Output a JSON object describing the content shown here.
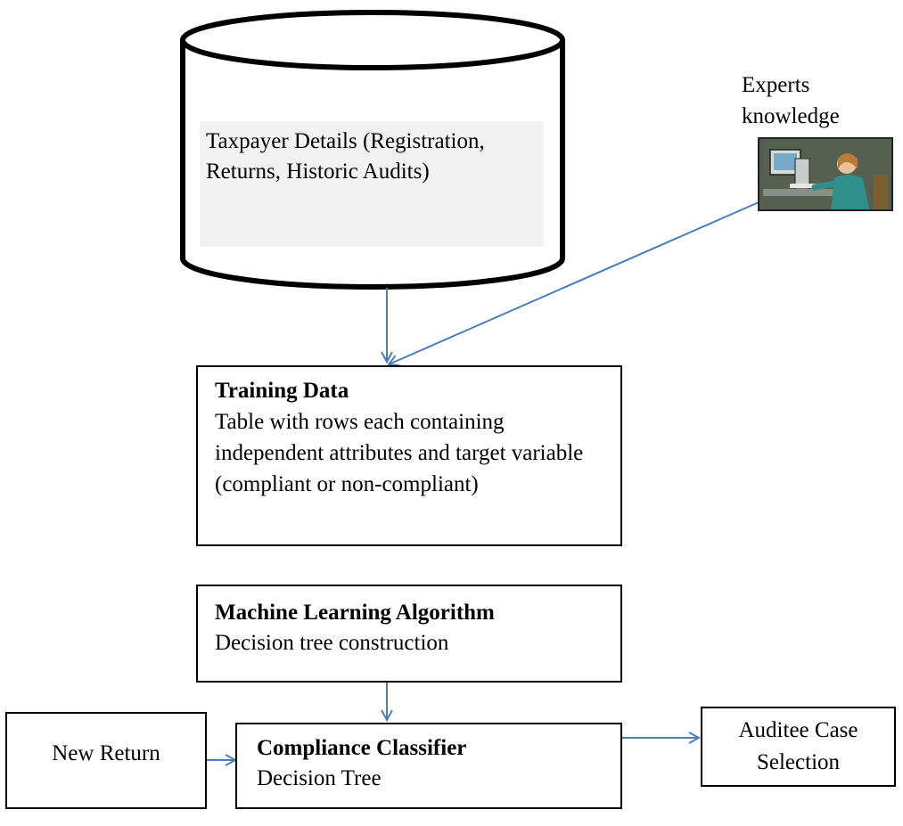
{
  "database": {
    "label": "Taxpayer Details (Registration, Returns, Historic Audits)"
  },
  "experts": {
    "label": "Experts knowledge",
    "icon": "person-at-computer-icon"
  },
  "training_data": {
    "title": "Training Data",
    "body": "Table with rows each containing independent attributes and target variable (compliant or non-compliant)"
  },
  "ml_algorithm": {
    "title": "Machine Learning Algorithm",
    "body": "Decision tree construction"
  },
  "classifier": {
    "title": "Compliance Classifier",
    "body": "Decision Tree"
  },
  "new_return": {
    "label": "New Return"
  },
  "auditee": {
    "label": "Auditee Case Selection"
  },
  "colors": {
    "arrow": "#4a7ebb",
    "text_bg": "#f2f2f2",
    "outline": "#000000"
  }
}
